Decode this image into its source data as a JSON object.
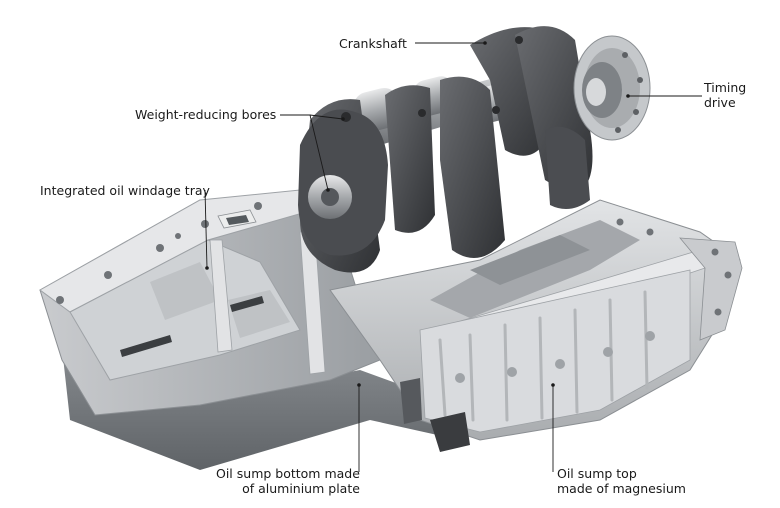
{
  "labels": {
    "crankshaft": "Crankshaft",
    "timing_line1": "Timing",
    "timing_line2": "drive",
    "weight_reducing": "Weight-reducing bores",
    "windage_tray": "Integrated oil windage tray",
    "bottom_line1": "Oil sump bottom made",
    "bottom_line2": "of aluminium plate",
    "top_line1": "Oil sump top",
    "top_line2": "made of magnesium"
  },
  "colors": {
    "aluminium_light": "#d2d4d6",
    "aluminium_mid": "#b3b6b9",
    "aluminium_dark": "#7f8387",
    "crank_dark": "#3c3e41",
    "crank_mid": "#5a5c60",
    "leader": "#1a1a1a"
  }
}
